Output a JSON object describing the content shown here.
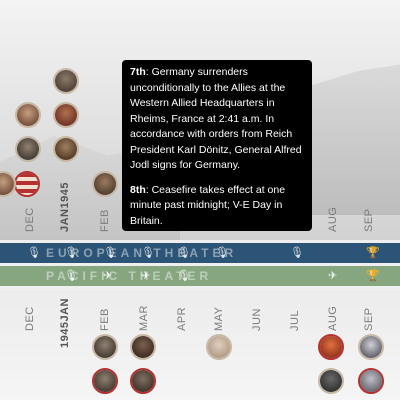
{
  "tooltip": {
    "entries": [
      {
        "day": "7th",
        "text": ": Germany surrenders unconditionally to the Allies at the Western Allied Headquarters in Rheims, France at 2:41 a.m. In accordance with orders from Reich President Karl Dönitz, General Alfred Jodl signs for Germany."
      },
      {
        "day": "8th",
        "text": ": Ceasefire takes effect at one minute past midnight; V-E Day in Britain."
      }
    ]
  },
  "top_months": {
    "dec": "DEC",
    "jan1945": "JAN1945",
    "feb": "FEB",
    "aug": "AUG",
    "sep": "SEP"
  },
  "bottom_months": {
    "dec": "DEC",
    "jan1945": "1945JAN",
    "feb": "FEB",
    "mar": "MAR",
    "apr": "APR",
    "may": "MAY",
    "jun": "JUN",
    "jul": "JUL",
    "aug": "AUG",
    "sep": "SEP"
  },
  "bands": {
    "european": "EUROPEAN THEATER",
    "pacific": "PACIFIC THEATER"
  },
  "icons": {
    "european": [
      "microphone-icon",
      "microphone-icon",
      "microphone-icon",
      "microphone-icon",
      "microphone-icon",
      "microphone-icon",
      "microphone-icon",
      "trophy-icon"
    ],
    "pacific": [
      "microphone-icon",
      "plane-icon",
      "plane-icon",
      "microphone-icon",
      "plane-icon",
      "trophy-icon"
    ]
  },
  "colors": {
    "european_band": "#2c5477",
    "pacific_band": "#86a680",
    "tooltip_bg": "#000000"
  }
}
